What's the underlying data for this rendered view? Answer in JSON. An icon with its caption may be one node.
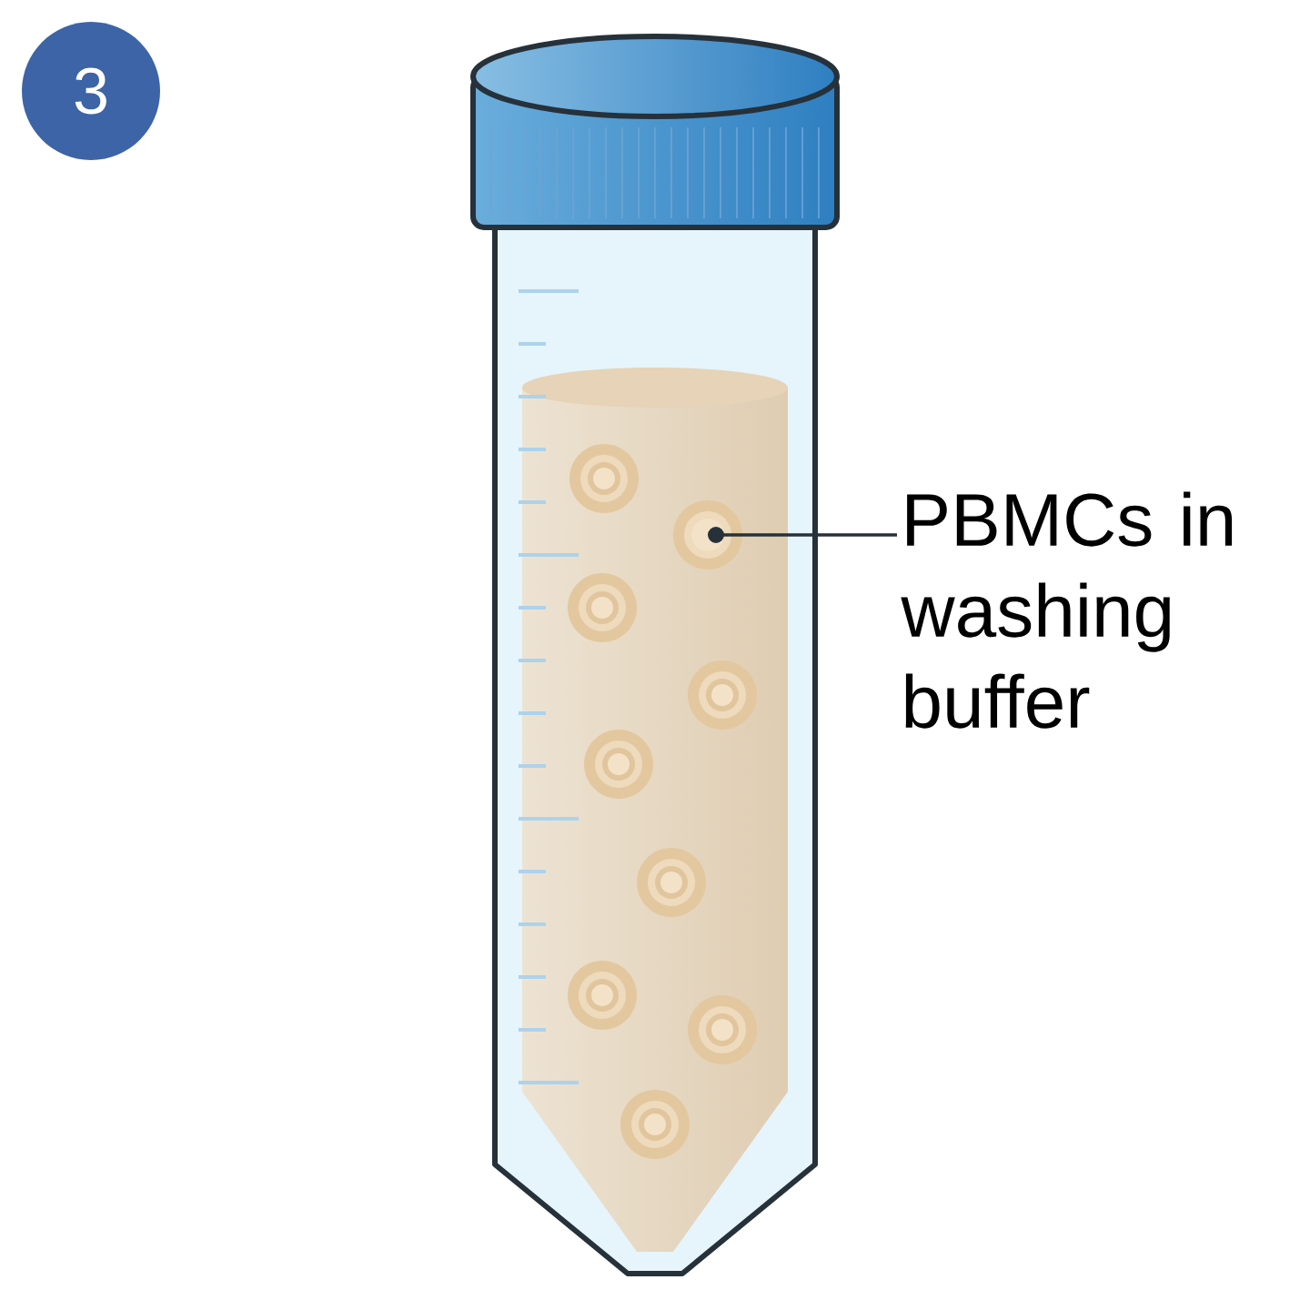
{
  "diagram": {
    "nodes": [
      {
        "text": [
          "3"
        ]
      },
      {
        "text": [
          "PBMCs in washing buffer"
        ]
      },
      {
        "text": [],
        "shape": "circle"
      }
    ],
    "edges": [
      {
        "from": 1,
        "to": 2,
        "arrow": "other"
      }
    ]
  }
}
